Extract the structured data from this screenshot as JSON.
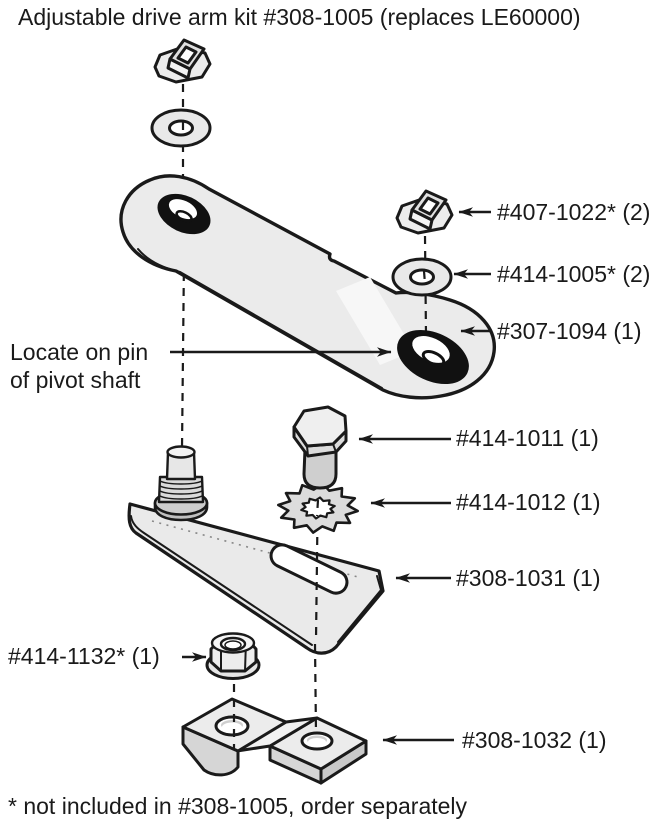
{
  "title": "Adjustable drive arm kit #308-1005  (replaces LE60000)",
  "footnote": "* not included in #308-1005, order separately",
  "note": {
    "line1": "Locate on pin",
    "line2": "of pivot shaft"
  },
  "labels": {
    "cap_nut": "#407-1022* (2)",
    "flat_washer": "#414-1005* (2)",
    "drive_arm": "#307-1094 (1)",
    "hex_bolt": "#414-1011 (1)",
    "lock_washer": "#414-1012 (1)",
    "channel_bracket": "#308-1031 (1)",
    "flange_nut": "#414-1132* (1)",
    "offset_bracket": "#308-1032 (1)"
  },
  "colors": {
    "ink": "#1a1a1a",
    "metal_light": "#ebebeb",
    "metal_mid": "#d8d8d8",
    "metal_dark": "#c9c9c9",
    "grommet_black": "#111111",
    "background": "#ffffff"
  }
}
